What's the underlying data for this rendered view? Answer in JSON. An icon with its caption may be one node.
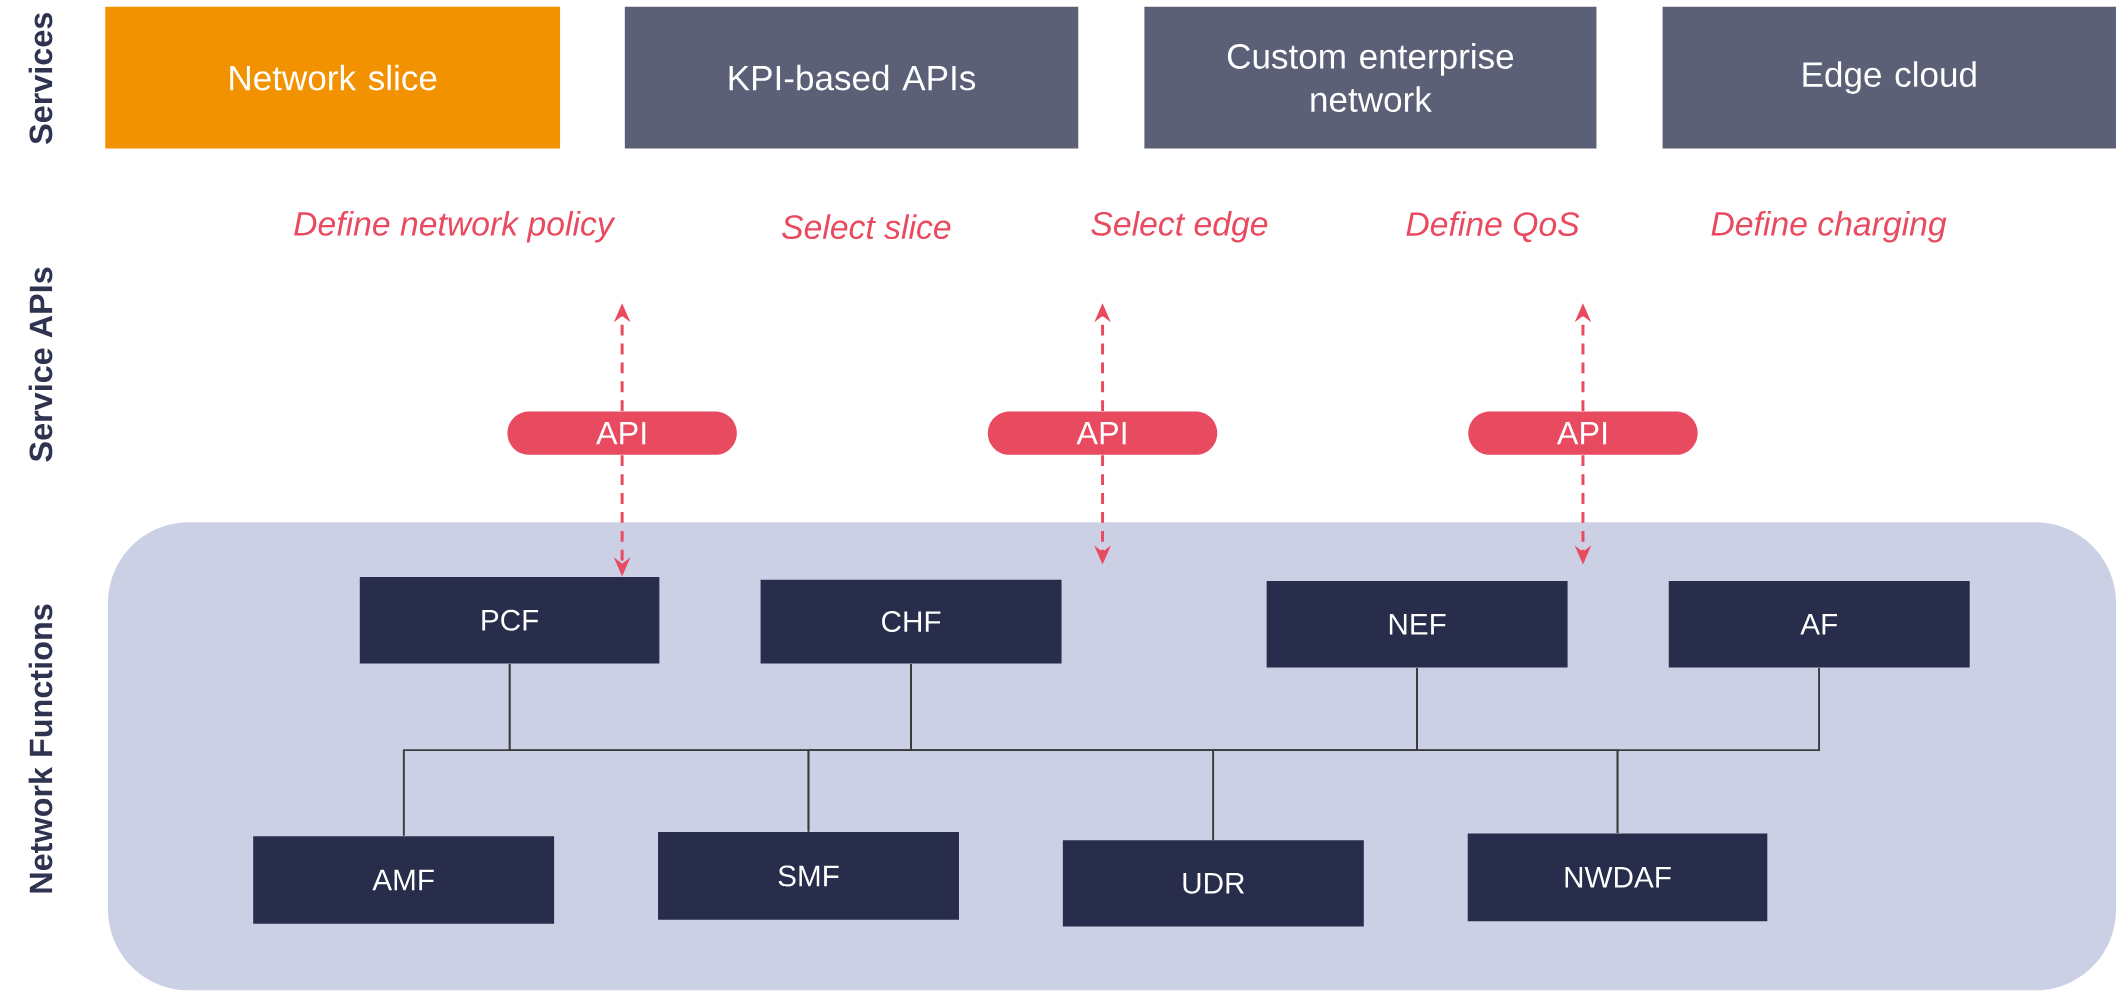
{
  "diagram": {
    "nodes": [
      {
        "text": [
          "Network slice"
        ]
      },
      {
        "text": [
          "KPI-based APIs"
        ]
      },
      {
        "text": [
          "Custom enterprise network"
        ]
      },
      {
        "text": [
          "Edge cloud"
        ]
      },
      {
        "text": [
          "API"
        ]
      },
      {
        "text": [
          "API"
        ]
      },
      {
        "text": [
          "API"
        ]
      },
      {
        "text": [],
        "shape": "box"
      },
      {
        "text": [
          "PCF"
        ],
        "in": 7
      },
      {
        "text": [
          "CHF"
        ],
        "in": 7
      },
      {
        "text": [
          "NEF"
        ],
        "in": 7
      },
      {
        "text": [
          "AF"
        ],
        "in": 7
      },
      {
        "text": [
          "AMF"
        ],
        "in": 7
      },
      {
        "text": [
          "SMF"
        ],
        "in": 7
      },
      {
        "text": [
          "UDR"
        ],
        "in": 7
      },
      {
        "text": [
          "NWDAF"
        ],
        "in": 7
      }
    ],
    "edges": [
      {
        "from": 4,
        "to": null,
        "arrow": "to",
        "style": "dashed",
        "color": "#e84a5f"
      },
      {
        "from": 4,
        "to": 8,
        "arrow": "to",
        "style": "dashed",
        "color": "#e84a5f"
      },
      {
        "from": 5,
        "to": null,
        "arrow": "to",
        "style": "dashed",
        "color": "#e84a5f"
      },
      {
        "from": 5,
        "to": 7,
        "arrow": "to",
        "style": "dashed",
        "color": "#e84a5f"
      },
      {
        "from": 6,
        "to": null,
        "arrow": "to",
        "style": "dashed",
        "color": "#e84a5f"
      },
      {
        "from": 6,
        "to": 7,
        "arrow": "to",
        "style": "dashed",
        "color": "#e84a5f"
      },
      {
        "from": 8,
        "to": 12,
        "arrow": "none"
      },
      {
        "from": 8,
        "to": 13,
        "arrow": "none"
      },
      {
        "from": 8,
        "to": 14,
        "arrow": "none"
      },
      {
        "from": 8,
        "to": 15,
        "arrow": "none"
      },
      {
        "from": 9,
        "to": 12,
        "arrow": "none"
      },
      {
        "from": 9,
        "to": 13,
        "arrow": "none"
      },
      {
        "from": 9,
        "to": 14,
        "arrow": "none"
      },
      {
        "from": 9,
        "to": 15,
        "arrow": "none"
      },
      {
        "from": 10,
        "to": 12,
        "arrow": "none"
      },
      {
        "from": 10,
        "to": 13,
        "arrow": "none"
      },
      {
        "from": 10,
        "to": 14,
        "arrow": "none"
      },
      {
        "from": 10,
        "to": 15,
        "arrow": "none"
      },
      {
        "from": 11,
        "to": 12,
        "arrow": "none"
      },
      {
        "from": 11,
        "to": 13,
        "arrow": "none"
      },
      {
        "from": 11,
        "to": 14,
        "arrow": "none"
      },
      {
        "from": 11,
        "to": 15,
        "arrow": "none"
      }
    ],
    "labels": [
      "Services",
      "Define network policy",
      "Select slice",
      "Select edge",
      "Define QoS",
      "Define charging",
      "Service APIs",
      "Network Functions"
    ]
  }
}
